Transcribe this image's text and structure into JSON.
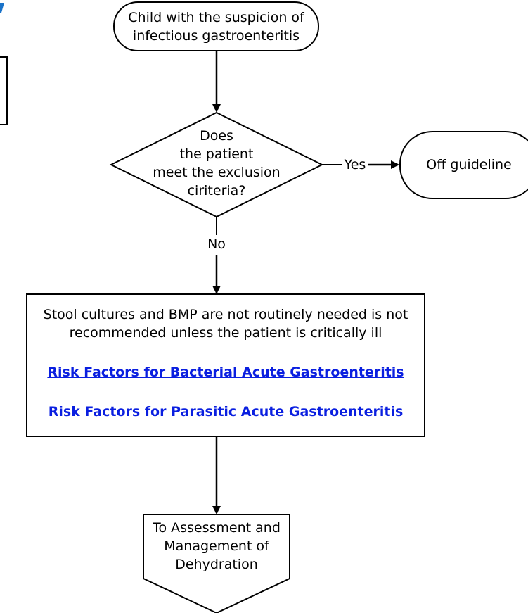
{
  "diagram": {
    "start_node": {
      "line1": "Child with the suspicion of",
      "line2": "infectious gastroenteritis"
    },
    "decision_node": {
      "line1": "Does",
      "line2": "the patient",
      "line3": "meet the exclusion",
      "line4": "ciriteria?"
    },
    "off_node": {
      "label": "Off  guideline"
    },
    "edge_yes": "Yes",
    "edge_no": "No",
    "process_node": {
      "line1": "Stool cultures and BMP are not routinely needed is not",
      "line2": "recommended unless the patient is critically ill",
      "link_bacterial": "Risk Factors for Bacterial Acute Gastroenteritis",
      "link_parasitic": "Risk Factors for Parasitic Acute Gastroenteritis"
    },
    "offpage_node": {
      "line1": "To Assessment and",
      "line2": "Management of",
      "line3": "Dehydration"
    }
  },
  "colors": {
    "stroke": "#000000",
    "link": "#0a1fe0",
    "logo_accent": "#1a73c9"
  }
}
